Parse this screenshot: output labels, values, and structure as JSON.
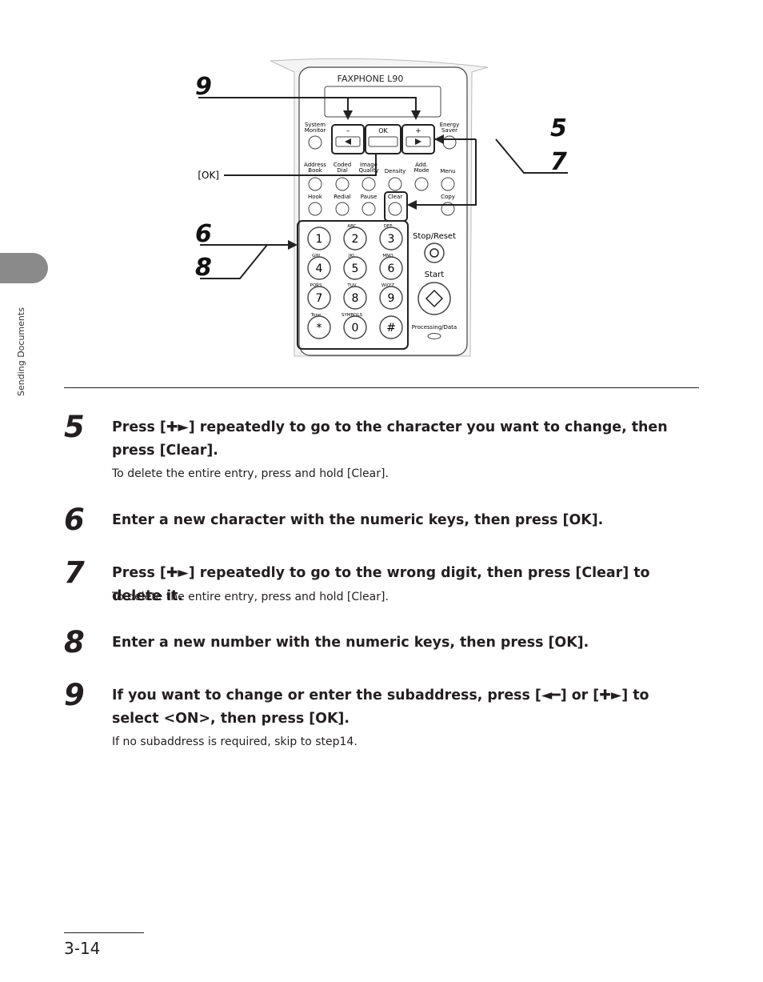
{
  "sidebar": {
    "section_label": "Sending Documents"
  },
  "figure": {
    "device_model": "FAXPHONE L90",
    "button_labels": {
      "system_monitor": [
        "System",
        "Monitor"
      ],
      "minus": "–",
      "ok": "OK",
      "plus": "+",
      "energy_saver": [
        "Energy",
        "Saver"
      ],
      "address_book": [
        "Address",
        "Book"
      ],
      "coded_dial": [
        "Coded",
        "Dial"
      ],
      "image_quality": [
        "Image",
        "Quality"
      ],
      "density": "Density",
      "add_mode": [
        "Add.",
        "Mode"
      ],
      "menu": "Menu",
      "hook": "Hook",
      "redial": "Redial",
      "pause": "Pause",
      "clear": "Clear",
      "copy": "Copy",
      "stop_reset": "Stop/Reset",
      "start": "Start",
      "processing_data": "Processing/Data"
    },
    "keypad": {
      "keys": [
        "1",
        "2",
        "3",
        "4",
        "5",
        "6",
        "7",
        "8",
        "9",
        "*",
        "0",
        "#"
      ],
      "letters": [
        "",
        "ABC",
        "DEF",
        "GHI",
        "JKL",
        "MNO",
        "PQRS",
        "TUV",
        "WXYZ",
        "Tone",
        "SYMBOLS",
        ""
      ]
    },
    "ok_callout": "[OK]",
    "callouts": {
      "top_left": "9",
      "right_top": "5",
      "right_bottom": "7",
      "left_top": "6",
      "left_bottom": "8"
    }
  },
  "steps": [
    {
      "number": "5",
      "title": "Press [✚►] repeatedly to go to the character you want to change, then press [Clear].",
      "note": "To delete the entire entry, press and hold [Clear]."
    },
    {
      "number": "6",
      "title": "Enter a new character with the numeric keys, then press [OK].",
      "note": ""
    },
    {
      "number": "7",
      "title": "Press [✚►] repeatedly to go to the wrong digit, then press [Clear] to delete it.",
      "note": "To delete the entire entry, press and hold [Clear]."
    },
    {
      "number": "8",
      "title": "Enter a new number with the numeric keys, then press [OK].",
      "note": ""
    },
    {
      "number": "9",
      "title": "If you want to change or enter the subaddress, press [◄━] or [✚►] to select <ON>, then press [OK].",
      "note": "If no subaddress is required, skip to step14."
    }
  ],
  "footer": {
    "page_number": "3-14"
  }
}
